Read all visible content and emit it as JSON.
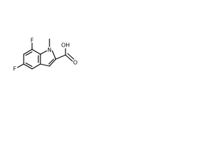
{
  "molecule": {
    "atoms": {
      "fluorine_top": "F",
      "fluorine_left": "F",
      "nitrogen": "N",
      "methyl": "",
      "hydroxyl": "OH",
      "carbonyl_oxygen": "O"
    }
  }
}
